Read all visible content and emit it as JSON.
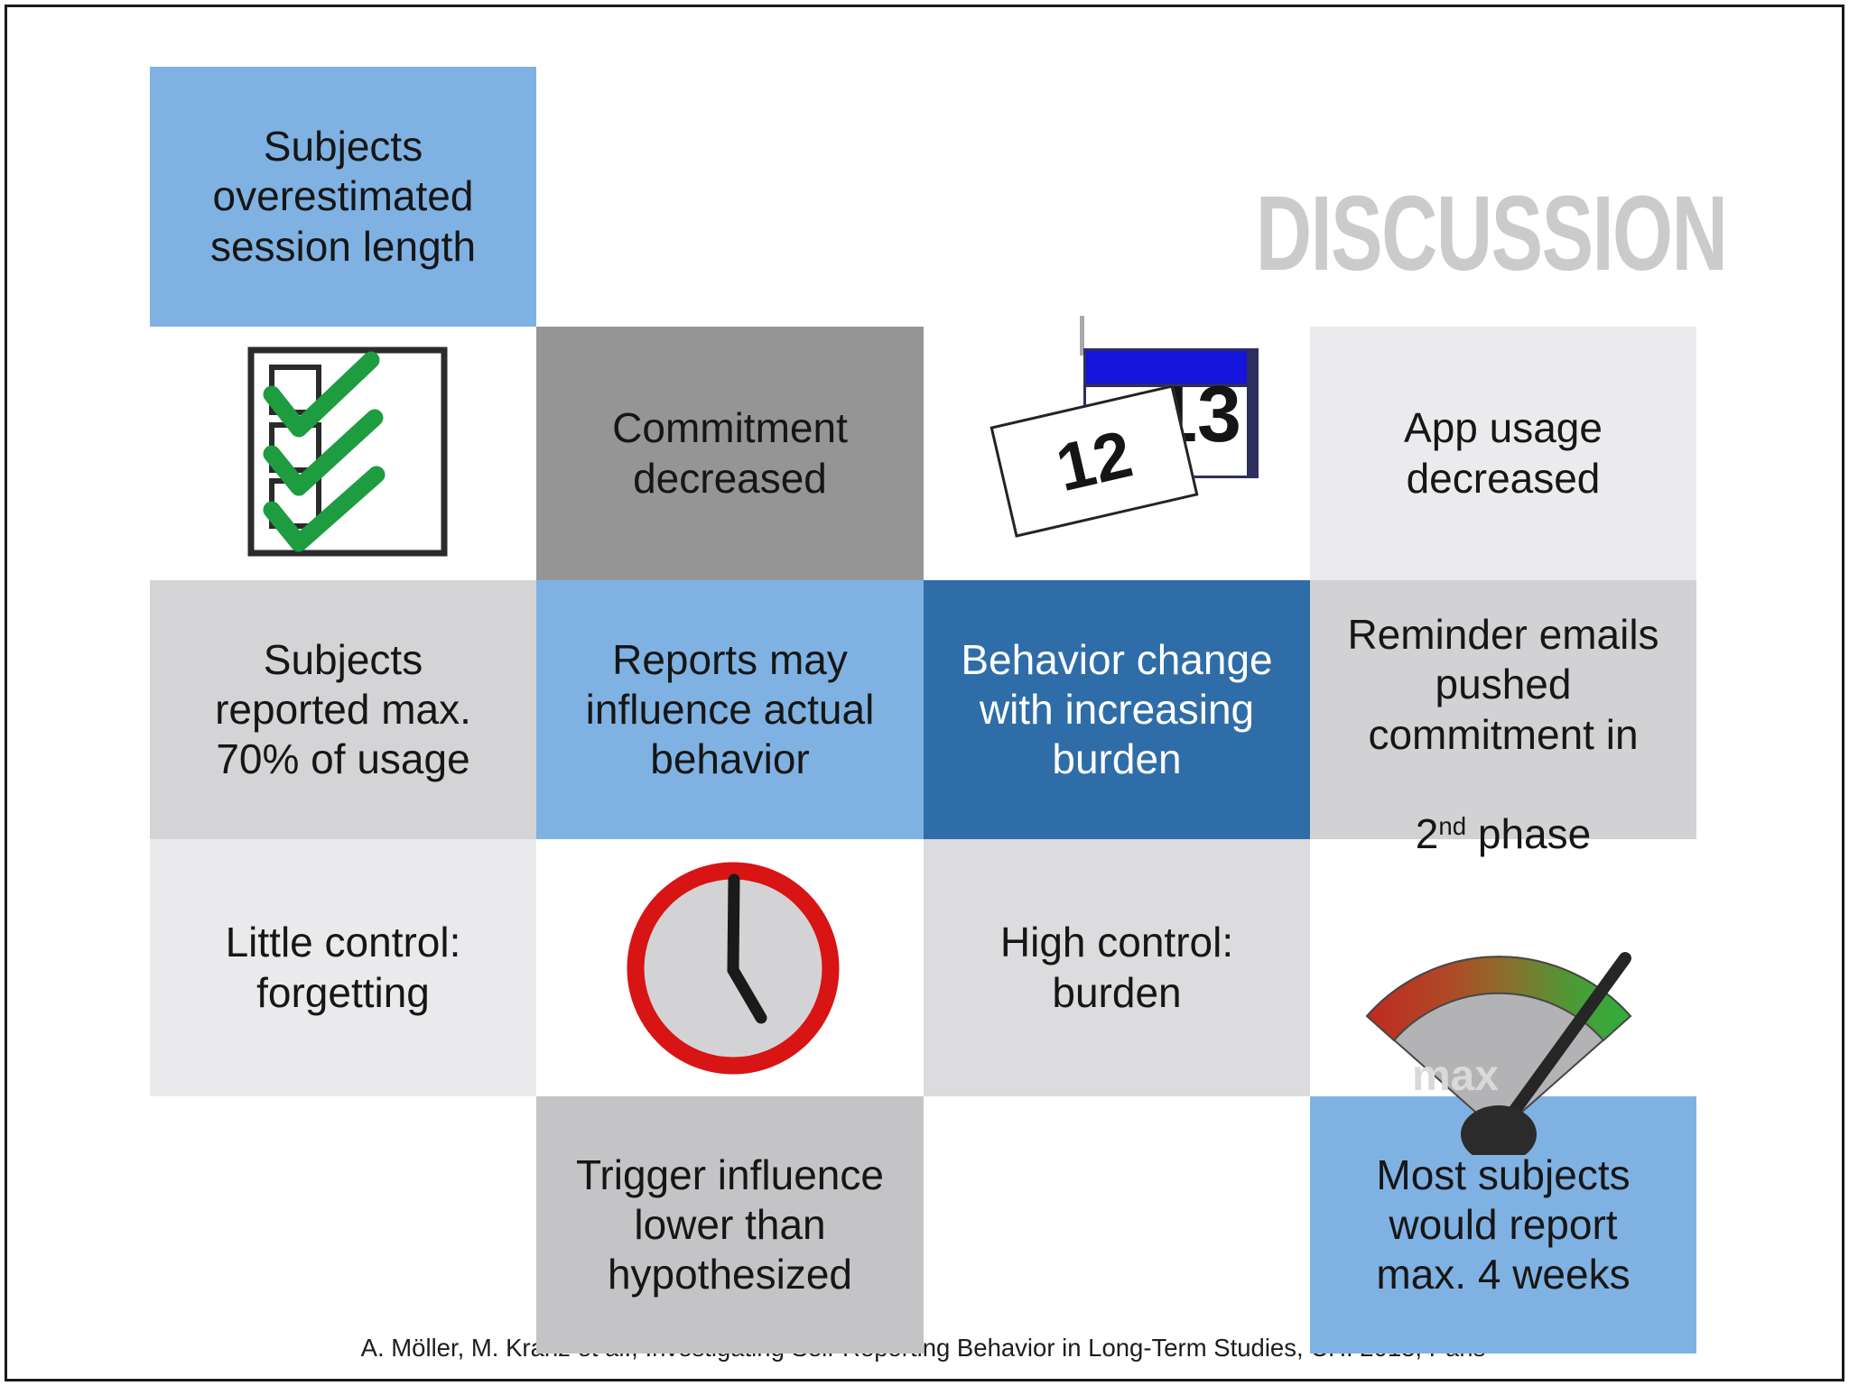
{
  "slide": {
    "title": "DISCUSSION",
    "title_color": "#cbcbcb",
    "footer": "A. Möller, M. Kranz et al., Investigating Self-Reporting Behavior in Long-Term Studies, CHI 2013, Paris",
    "background": "#ffffff",
    "border_color": "#1b1b1b"
  },
  "tiles": {
    "overestimated": {
      "text": "Subjects\noverestimated\nsession length",
      "bg": "#7fb2e2",
      "fg": "#161616"
    },
    "commitment": {
      "text": "Commitment\ndecreased",
      "bg": "#959595",
      "fg": "#161616"
    },
    "app_usage": {
      "text": "App usage\ndecreased",
      "bg": "#ebebed",
      "fg": "#161616"
    },
    "reported_max": {
      "text": "Subjects\nreported max.\n70% of usage",
      "bg": "#d4d4d6",
      "fg": "#161616"
    },
    "reports_influence": {
      "text": "Reports may\ninfluence actual\nbehavior",
      "bg": "#7fb2e2",
      "fg": "#161616"
    },
    "behavior_change": {
      "text": "Behavior change\nwith increasing\nburden",
      "bg": "#2f6da8",
      "fg": "#ffffff"
    },
    "reminder_emails": {
      "text_main": "Reminder emails\npushed\ncommitment in",
      "last_line_base": "2",
      "last_line_sup": "nd",
      "last_line_rest": " phase",
      "bg": "#d2d2d4",
      "fg": "#161616"
    },
    "little_control": {
      "text": "Little control:\nforgetting",
      "bg": "#eaeaec",
      "fg": "#161616"
    },
    "high_control": {
      "text": "High control:\nburden",
      "bg": "#dcdcde",
      "fg": "#161616"
    },
    "trigger_influence": {
      "text": "Trigger influence\nlower than\nhypothesized",
      "bg": "#c4c4c6",
      "fg": "#161616"
    },
    "most_subjects": {
      "text": "Most subjects\nwould report\nmax. 4 weeks",
      "bg": "#7fb2e2",
      "fg": "#161616"
    }
  },
  "icons": {
    "checklist": {
      "check_color": "#1e9c40",
      "box_color": "#2b2b2b"
    },
    "calendar": {
      "header_color": "#1414dd",
      "back_number": "13",
      "front_number": "12"
    },
    "clock": {
      "ring_color": "#d81414",
      "face_color": "#d3d3d5",
      "hand_color": "#1a1a1a"
    },
    "gauge": {
      "label": "max",
      "label_color": "#d9d9d9",
      "body_color": "#b3b3b5",
      "needle_color": "#262626",
      "red": "#c02a20",
      "green": "#2fae3c"
    }
  }
}
